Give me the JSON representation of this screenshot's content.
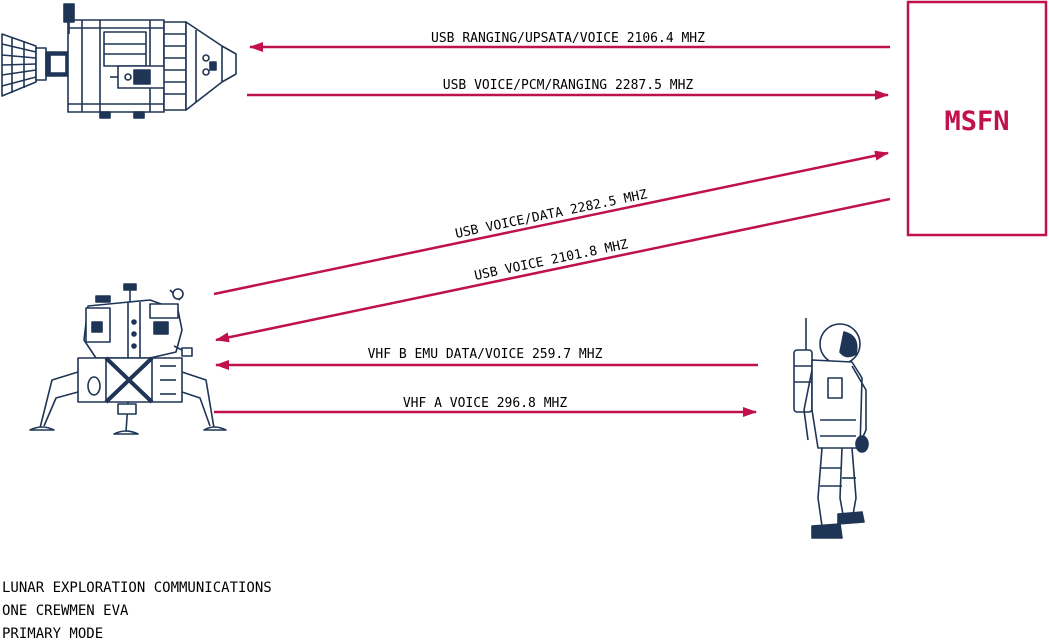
{
  "colors": {
    "link": "#c0104e",
    "station_border": "#c0104e",
    "station_text": "#c0104e",
    "craft": "#1f3556"
  },
  "station": {
    "label": "MSFN"
  },
  "links": [
    {
      "id": "usb-ranging-updata-voice",
      "label": "USB RANGING/UPSATA/VOICE 2106.4 MHZ",
      "from": "MSFN",
      "to": "CSM"
    },
    {
      "id": "usb-voice-pcm-ranging",
      "label": "USB VOICE/PCM/RANGING 2287.5 MHZ",
      "from": "CSM",
      "to": "MSFN"
    },
    {
      "id": "usb-voice-data",
      "label": "USB VOICE/DATA 2282.5 MHZ",
      "from": "LM",
      "to": "MSFN"
    },
    {
      "id": "usb-voice",
      "label": "USB VOICE 2101.8 MHZ",
      "from": "MSFN",
      "to": "LM"
    },
    {
      "id": "vhf-b-emu-data-voice",
      "label": "VHF B EMU DATA/VOICE 259.7 MHZ",
      "from": "EVA",
      "to": "LM"
    },
    {
      "id": "vhf-a-voice",
      "label": "VHF A VOICE 296.8 MHZ",
      "from": "LM",
      "to": "EVA"
    }
  ],
  "caption": {
    "line1": "LUNAR EXPLORATION COMMUNICATIONS",
    "line2": "ONE CREWMEN EVA",
    "line3": "PRIMARY MODE"
  },
  "icons": {
    "csm": "command-service-module-icon",
    "lm": "lunar-module-icon",
    "astronaut": "astronaut-icon"
  }
}
